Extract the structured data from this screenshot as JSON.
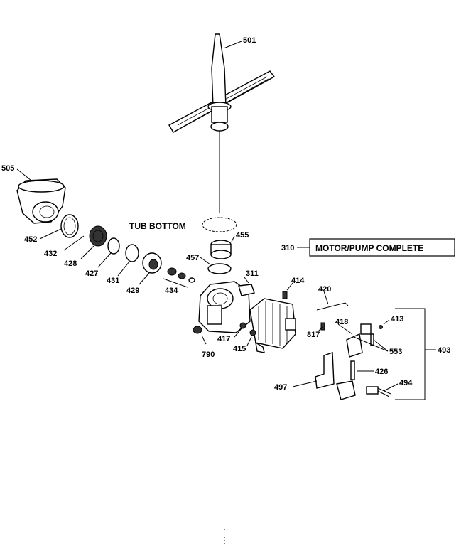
{
  "parts": {
    "p501": "501",
    "p505": "505",
    "p452": "452",
    "p432": "432",
    "p428": "428",
    "p427": "427",
    "p431": "431",
    "p429": "429",
    "p434": "434",
    "p455": "455",
    "p457": "457",
    "p310": "310",
    "p311": "311",
    "p414": "414",
    "p420": "420",
    "p417": "417",
    "p415": "415",
    "p790": "790",
    "p817": "817",
    "p418": "418",
    "p413": "413",
    "p553": "553",
    "p493": "493",
    "p426": "426",
    "p497": "497",
    "p494": "494"
  },
  "labels": {
    "tub_bottom": "TUB BOTTOM",
    "motor_pump_complete": "MOTOR/PUMP COMPLETE"
  }
}
